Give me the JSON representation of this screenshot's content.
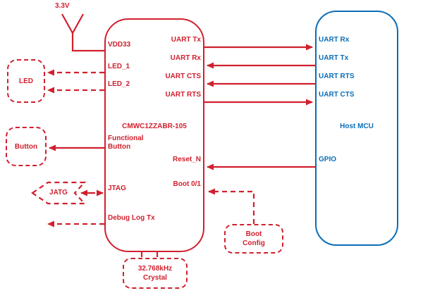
{
  "colors": {
    "red": "#d0202e",
    "blue": "#0b6db7",
    "background": "#ffffff"
  },
  "power_label": "3.3V",
  "module": {
    "title": "CMWC1ZZABR-105",
    "pins": {
      "vdd33": "VDD33",
      "led1": "LED_1",
      "led2": "LED_2",
      "functional_button": "Functional Button",
      "jtag": "JTAG",
      "debug_log_tx": "Debug Log Tx",
      "uart_tx": "UART Tx",
      "uart_rx": "UART Rx",
      "uart_cts": "UART CTS",
      "uart_rts": "UART RTS",
      "reset_n": "Reset_N",
      "boot": "Boot 0/1"
    }
  },
  "host": {
    "title": "Host MCU",
    "pins": {
      "uart_rx": "UART Rx",
      "uart_tx": "UART Tx",
      "uart_rts": "UART RTS",
      "uart_cts": "UART CTS",
      "gpio": "GPIO"
    }
  },
  "peripherals": {
    "led": "LED",
    "button": "Button",
    "jatg": "JATG",
    "boot_config": {
      "line1": "Boot",
      "line2": "Config"
    },
    "crystal": {
      "line1": "32.768kHz",
      "line2": "Crystal"
    }
  }
}
